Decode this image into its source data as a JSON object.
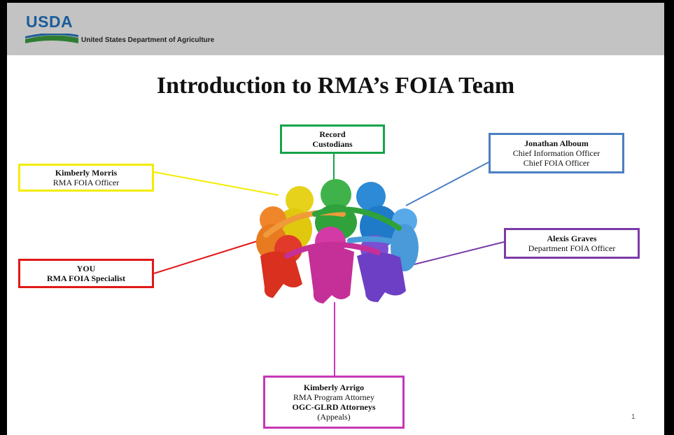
{
  "header": {
    "logo_text": "USDA",
    "department": "United States Department of Agriculture"
  },
  "title": "Introduction  to RMA’s  FOIA Team",
  "roles": {
    "custodians": {
      "line1": "Record",
      "line2": "Custodians",
      "color": "#16a34a"
    },
    "morris": {
      "name": "Kimberly Morris",
      "title": "RMA FOIA Officer",
      "color": "#f5ec00"
    },
    "alboum": {
      "name": "Jonathan Alboum",
      "title1": "Chief Information Officer",
      "title2": "Chief FOIA Officer",
      "color": "#4a7fc1"
    },
    "graves": {
      "name": "Alexis Graves",
      "title": "Department FOIA Officer",
      "color": "#7c3aa8"
    },
    "you": {
      "name": "YOU",
      "title": "RMA FOIA Specialist",
      "color": "#e01919"
    },
    "arrigo": {
      "name": "Kimberly Arrigo",
      "title1": "RMA Program Attorney",
      "title2": "OGC-GLRD Attorneys",
      "title3": "(Appeals)",
      "color": "#c638b6"
    }
  },
  "graphic": {
    "icon": "people-circle-icon"
  },
  "page_number": "1"
}
